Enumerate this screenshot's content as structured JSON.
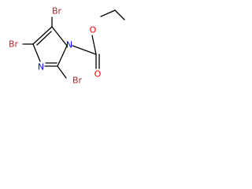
{
  "structure": {
    "atoms": {
      "br_top": {
        "text": "Br",
        "color": "#a52a2a"
      },
      "br_left": {
        "text": "Br",
        "color": "#a52a2a"
      },
      "br_bottom": {
        "text": "Br",
        "color": "#a52a2a"
      },
      "n_ring": {
        "text": "N",
        "color": "#0000ff"
      },
      "n_ring_sub": {
        "text": "N",
        "color": "#0000ff"
      },
      "o_ether": {
        "text": "O",
        "color": "#ff0000"
      },
      "o_carbonyl": {
        "text": "O",
        "color": "#ff0000"
      }
    },
    "bond_color": "#000000"
  }
}
